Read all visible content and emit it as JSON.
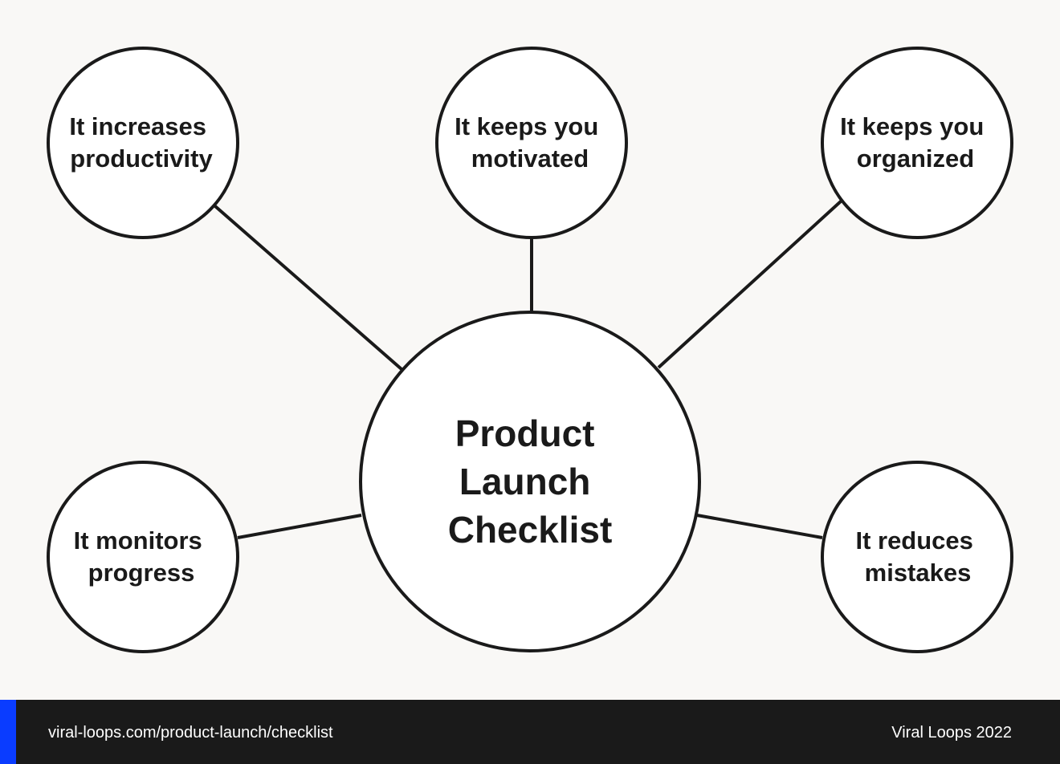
{
  "center": {
    "lines": [
      "Product",
      "Launch",
      "Checklist"
    ]
  },
  "nodes": [
    {
      "lines": [
        "It increases",
        "productivity"
      ]
    },
    {
      "lines": [
        "It keeps you",
        "motivated"
      ]
    },
    {
      "lines": [
        "It keeps you",
        "organized"
      ]
    },
    {
      "lines": [
        "It monitors",
        "progress"
      ]
    },
    {
      "lines": [
        "It reduces",
        "mistakes"
      ]
    }
  ],
  "footer": {
    "url": "viral-loops.com/product-launch/checklist",
    "brand": "Viral Loops 2022"
  },
  "colors": {
    "background": "#f9f8f6",
    "stroke": "#1a1a1a",
    "accent": "#0a3cff"
  }
}
